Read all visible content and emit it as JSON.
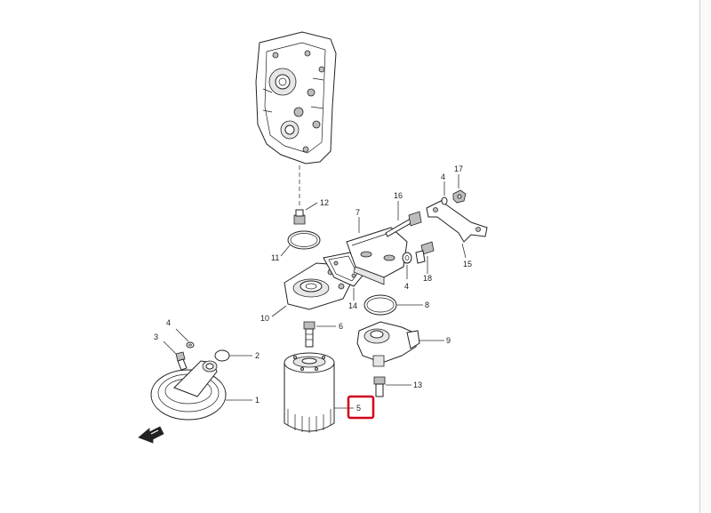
{
  "callouts": {
    "c1": "1",
    "c2": "2",
    "c3": "3",
    "c4a": "4",
    "c4b": "4",
    "c4c": "4",
    "c5": "5",
    "c6": "6",
    "c7": "7",
    "c8": "8",
    "c9": "9",
    "c10": "10",
    "c11": "11",
    "c12": "12",
    "c13": "13",
    "c14": "14",
    "c15": "15",
    "c16": "16",
    "c17": "17",
    "c18": "18"
  },
  "highlight": {
    "part": "5",
    "color": "#d0021b"
  },
  "front_marker": {
    "icon": "front-direction-arrow-icon"
  }
}
